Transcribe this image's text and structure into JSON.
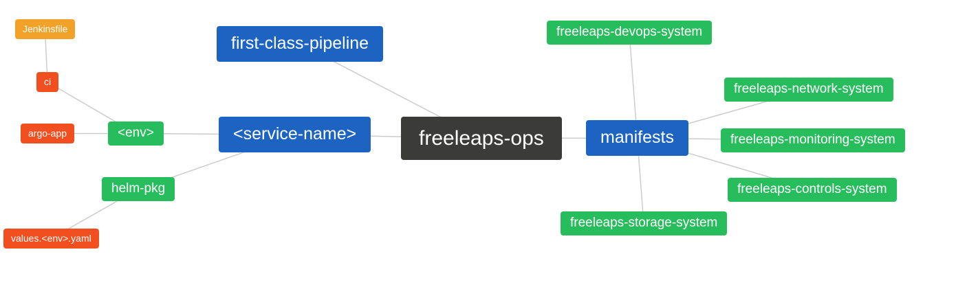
{
  "nodes": {
    "jenkinsfile": {
      "label": "Jenkinsfile",
      "color": "#f2a228"
    },
    "ci": {
      "label": "ci",
      "color": "#f24f21"
    },
    "argo_app": {
      "label": "argo-app",
      "color": "#f24f21"
    },
    "env": {
      "label": "<env>",
      "color": "#27bd5c"
    },
    "helm_pkg": {
      "label": "helm-pkg",
      "color": "#27bd5c"
    },
    "values_env_yaml": {
      "label": "values.<env>.yaml",
      "color": "#f24f21"
    },
    "service_name": {
      "label": "<service-name>",
      "color": "#1d64c2"
    },
    "first_class_pipeline": {
      "label": "first-class-pipeline",
      "color": "#1d64c2"
    },
    "freeleaps_ops": {
      "label": "freeleaps-ops",
      "color": "#3b3b39"
    },
    "manifests": {
      "label": "manifests",
      "color": "#1d64c2"
    },
    "freeleaps_devops_system": {
      "label": "freeleaps-devops-system",
      "color": "#27bd5c"
    },
    "freeleaps_network_system": {
      "label": "freeleaps-network-system",
      "color": "#27bd5c"
    },
    "freeleaps_monitoring_system": {
      "label": "freeleaps-monitoring-system",
      "color": "#27bd5c"
    },
    "freeleaps_controls_system": {
      "label": "freeleaps-controls-system",
      "color": "#27bd5c"
    },
    "freeleaps_storage_system": {
      "label": "freeleaps-storage-system",
      "color": "#27bd5c"
    }
  },
  "edges": [
    [
      "jenkinsfile",
      "ci"
    ],
    [
      "ci",
      "env"
    ],
    [
      "argo_app",
      "env"
    ],
    [
      "env",
      "service_name"
    ],
    [
      "service_name",
      "helm_pkg"
    ],
    [
      "helm_pkg",
      "values_env_yaml"
    ],
    [
      "first_class_pipeline",
      "freeleaps_ops"
    ],
    [
      "service_name",
      "freeleaps_ops"
    ],
    [
      "freeleaps_ops",
      "manifests"
    ],
    [
      "manifests",
      "freeleaps_devops_system"
    ],
    [
      "manifests",
      "freeleaps_network_system"
    ],
    [
      "manifests",
      "freeleaps_monitoring_system"
    ],
    [
      "manifests",
      "freeleaps_controls_system"
    ],
    [
      "manifests",
      "freeleaps_storage_system"
    ]
  ],
  "colors": {
    "background": "#ffffff",
    "edge": "#cccccc",
    "text": "#ffffff",
    "root_node": "#3b3b39",
    "primary_node": "#1d64c2",
    "system_node": "#27bd5c",
    "ci_node": "#f24f21",
    "jenkins_node": "#f2a228"
  }
}
